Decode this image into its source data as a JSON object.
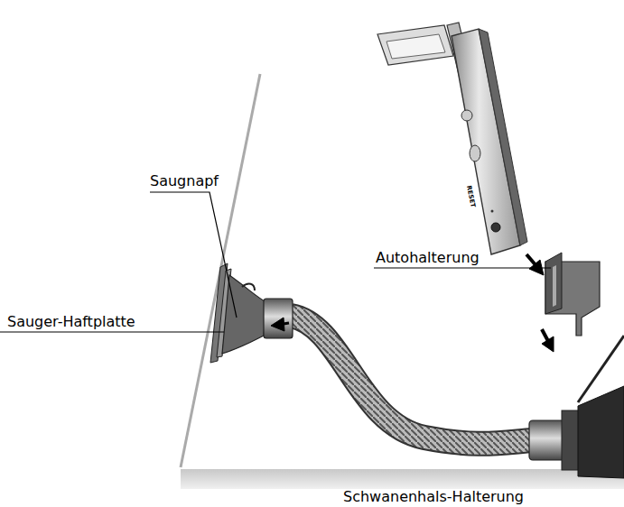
{
  "diagram": {
    "labels": [
      "Saugnapf",
      "Sauger-Haftplatte",
      "Autohalterung",
      "Schwanenhals-Halterung",
      "RESET"
    ]
  }
}
